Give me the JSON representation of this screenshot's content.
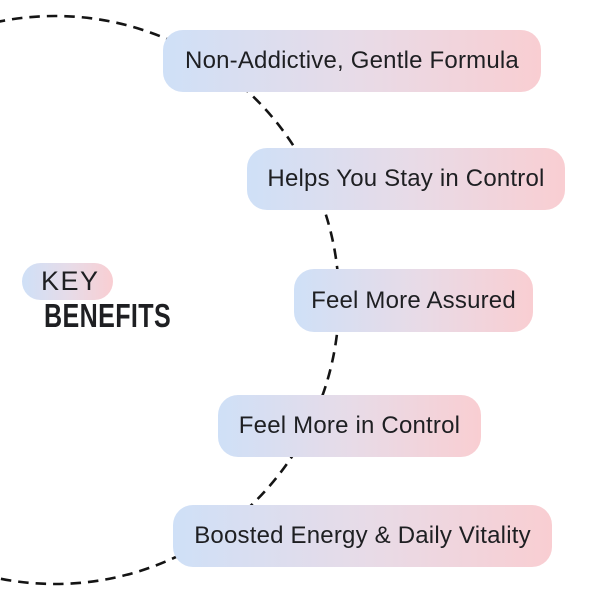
{
  "page": {
    "background": "#ffffff"
  },
  "title": {
    "eyebrow": "KEY",
    "heading": "BENEFITS"
  },
  "benefits": [
    "Non-Addictive, Gentle Formula",
    "Helps You Stay in Control",
    "Feel More Assured",
    "Feel More in Control",
    "Boosted Energy & Daily Vitality"
  ],
  "colors": {
    "pill_gradient_start": "#cfe0f7",
    "pill_gradient_mid": "#e8dbe7",
    "pill_gradient_end": "#f9ced2",
    "text": "#1e1f22",
    "dash_stroke": "#141414"
  }
}
